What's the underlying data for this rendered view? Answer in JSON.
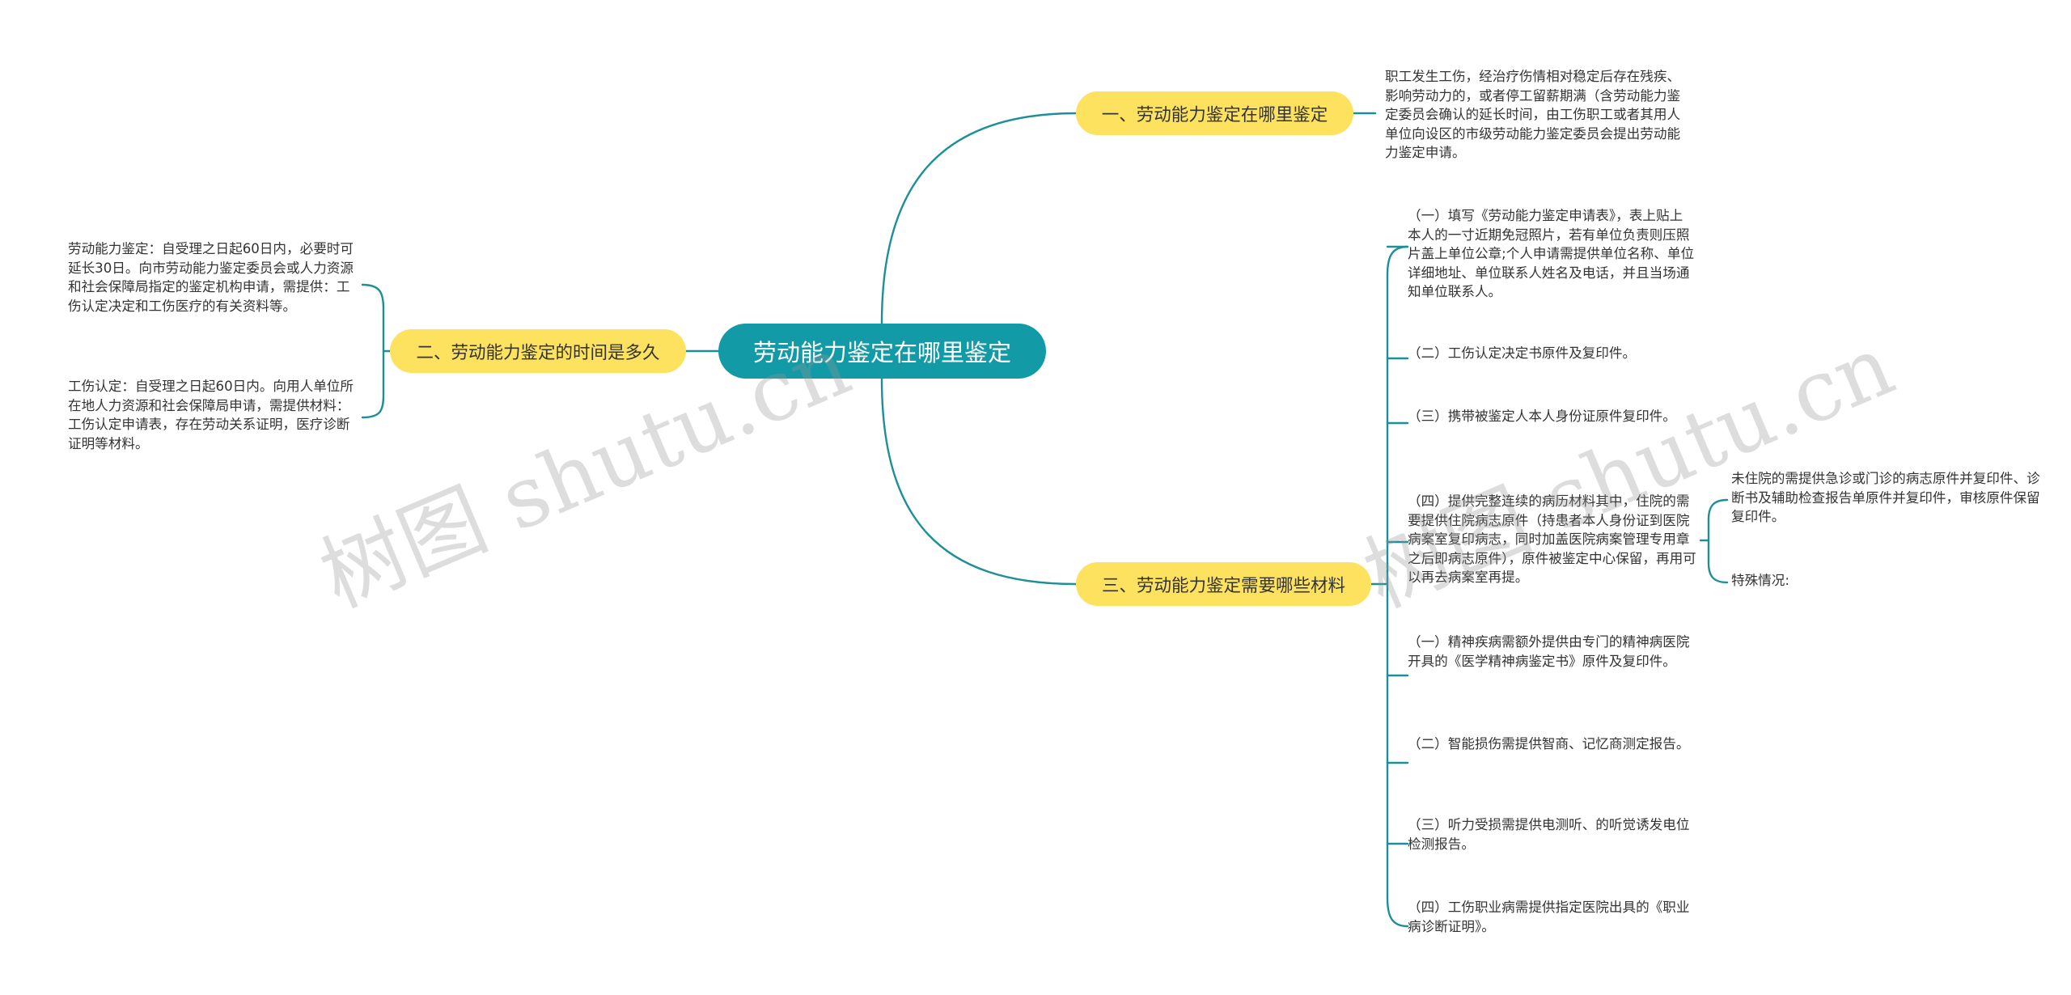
{
  "root": {
    "title": "劳动能力鉴定在哪里鉴定"
  },
  "branches": [
    {
      "label": "一、劳动能力鉴定在哪里鉴定"
    },
    {
      "label": "二、劳动能力鉴定的时间是多久"
    },
    {
      "label": "三、劳动能力鉴定需要哪些材料"
    }
  ],
  "leaves": {
    "b1_text": "职工发生工伤，经治疗伤情相对稳定后存在残疾、影响劳动力的，或者停工留薪期满（含劳动能力鉴定委员会确认的延长时间，由工伤职工或者其用人单位向设区的市级劳动能力鉴定委员会提出劳动能力鉴定申请。",
    "b2_ability": "劳动能力鉴定：自受理之日起60日内，必要时可延长30日。向市劳动能力鉴定委员会或人力资源和社会保障局指定的鉴定机构申请，需提供：工伤认定决定和工伤医疗的有关资料等。",
    "b2_injury": "工伤认定：自受理之日起60日内。向用人单位所在地人力资源和社会保障局申请，需提供材料：工伤认定申请表，存在劳动关系证明，医疗诊断证明等材料。",
    "b3_items": [
      "（一）填写《劳动能力鉴定申请表》，表上贴上本人的一寸近期免冠照片，若有单位负责则压照片盖上单位公章;个人申请需提供单位名称、单位详细地址、单位联系人姓名及电话，并且当场通知单位联系人。",
      "（二）工伤认定决定书原件及复印件。",
      "（三）携带被鉴定人本人身份证原件复印件。",
      "（四）提供完整连续的病历材料其中，住院的需要提供住院病志原件（持患者本人身份证到医院病案室复印病志，同时加盖医院病案管理专用章之后即病志原件），原件被鉴定中心保留，再用可以再去病案室再提。",
      "（一）精神疾病需额外提供由专门的精神病医院开具的《医学精神病鉴定书》原件及复印件。",
      "（二）智能损伤需提供智商、记忆商测定报告。",
      "（三）听力受损需提供电测听、的听觉诱发电位检测报告。",
      "（四）工伤职业病需提供指定医院出具的《职业病诊断证明》。"
    ],
    "b3_sub": [
      "未住院的需提供急诊或门诊的病志原件并复印件、诊断书及辅助检查报告单原件并复印件，审核原件保留复印件。",
      "特殊情况:"
    ]
  },
  "watermark": "树图 shutu.cn",
  "colors": {
    "root": "#129ba6",
    "branch": "#fce25e",
    "line": "#1d8f97",
    "text": "#333333"
  }
}
